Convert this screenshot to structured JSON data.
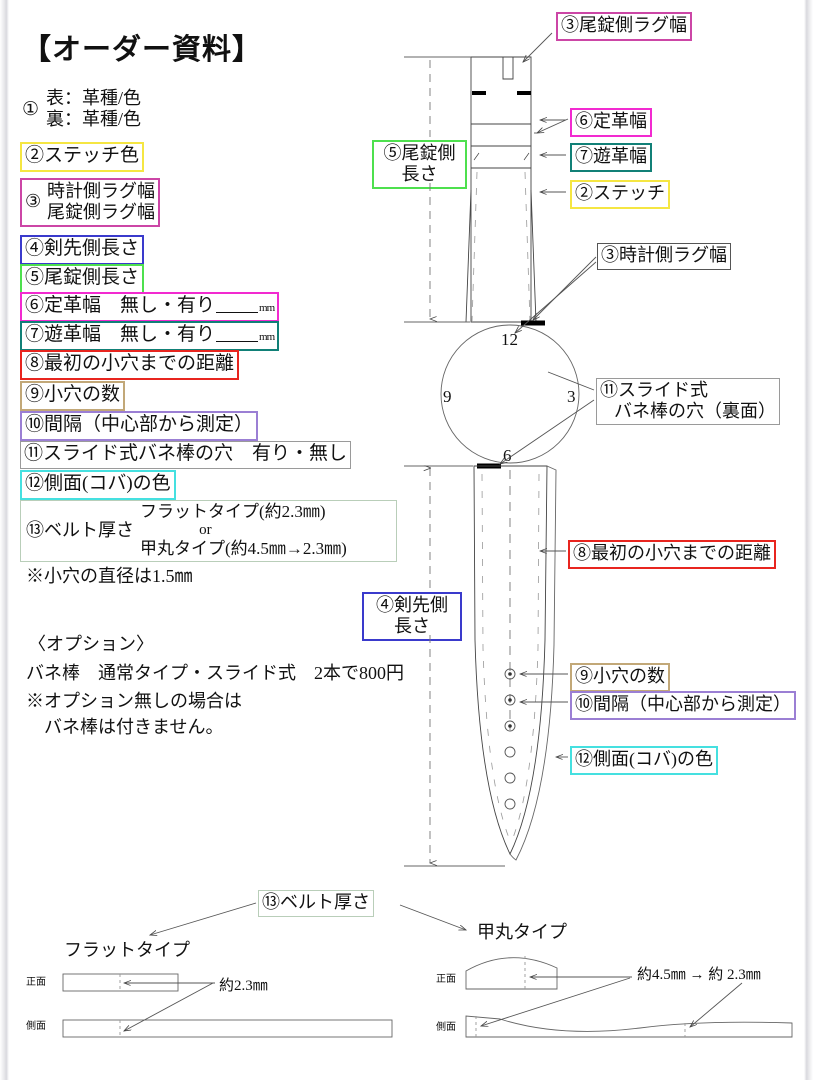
{
  "title": "【オーダー資料】",
  "legend": [
    {
      "id": "item1",
      "num": "①",
      "lines": [
        "表：革種/色",
        "裏：革種/色"
      ]
    },
    {
      "id": "item2",
      "num": "②",
      "lines": [
        "ステッチ色"
      ]
    },
    {
      "id": "item3",
      "num": "③",
      "lines": [
        "時計側ラグ幅",
        "尾錠側ラグ幅"
      ]
    },
    {
      "id": "item4",
      "num": "④",
      "lines": [
        "剣先側長さ"
      ]
    },
    {
      "id": "item5",
      "num": "⑤",
      "lines": [
        "尾錠側長さ"
      ]
    },
    {
      "id": "item6",
      "num": "⑥",
      "lines": [
        "定革幅　無し・有り"
      ],
      "suffix": "mm"
    },
    {
      "id": "item7",
      "num": "⑦",
      "lines": [
        "遊革幅　無し・有り"
      ],
      "suffix": "mm"
    },
    {
      "id": "item8",
      "num": "⑧",
      "lines": [
        "最初の小穴までの距離"
      ]
    },
    {
      "id": "item9",
      "num": "⑨",
      "lines": [
        "小穴の数"
      ]
    },
    {
      "id": "item10",
      "num": "⑩",
      "lines": [
        "間隔（中心部から測定）"
      ]
    },
    {
      "id": "item11",
      "num": "⑪",
      "lines": [
        "スライド式バネ棒の穴　有り・無し"
      ]
    },
    {
      "id": "item12",
      "num": "⑫",
      "lines": [
        "側面(コバ)の色"
      ]
    },
    {
      "id": "item13",
      "num": "⑬",
      "lines": [
        "ベルト厚さ"
      ],
      "options": [
        "フラットタイプ(約2.3㎜)",
        "or",
        "甲丸タイプ(約4.5㎜→2.3㎜)"
      ]
    }
  ],
  "notes": {
    "hole_diameter": "※小穴の直径は1.5㎜",
    "option_heading": "〈オプション〉",
    "option_line1": "バネ棒　通常タイプ・スライド式　2本で800円",
    "option_line2": "※オプション無しの場合は",
    "option_line3": "　バネ棒は付きません。"
  },
  "callouts": {
    "lug_buckle": "③尾錠側ラグ幅",
    "keeper_fixed": "⑥定革幅",
    "keeper_free": "⑦遊革幅",
    "stitch": "②ステッチ",
    "lug_watch": "③時計側ラグ幅",
    "buckle_len_l1": "⑤尾錠側",
    "buckle_len_l2": "長さ",
    "slide_springbar_l1": "⑪スライド式",
    "slide_springbar_l2": "バネ棒の穴（裏面）",
    "first_hole": "⑧最初の小穴までの距離",
    "tip_len_l1": "④剣先側",
    "tip_len_l2": "長さ",
    "hole_count": "⑨小穴の数",
    "hole_pitch": "⑩間隔（中心部から測定）",
    "edge_color": "⑫側面(コバ)の色"
  },
  "watch_face": {
    "marks": [
      "12",
      "3",
      "6",
      "9"
    ]
  },
  "thickness_section": {
    "heading": "⑬ベルト厚さ",
    "flat": {
      "name": "フラットタイプ",
      "front_label": "正面",
      "side_label": "側面",
      "dimension": "約2.3㎜"
    },
    "domed": {
      "name": "甲丸タイプ",
      "front_label": "正面",
      "side_label": "側面",
      "dimension": "約4.5㎜ → 約 2.3㎜"
    }
  },
  "colors": {
    "yellow": "#f5e642",
    "magenta": "#cc46a6",
    "blue": "#3a3acc",
    "green": "#4ee04e",
    "pink": "#f22ad0",
    "teal": "#118077",
    "red": "#e8251f",
    "tan": "#c2a878",
    "purple": "#9b7fd4",
    "gray": "#9a9a9a",
    "cyan": "#45e0e0",
    "sage": "#b9ceb9"
  }
}
